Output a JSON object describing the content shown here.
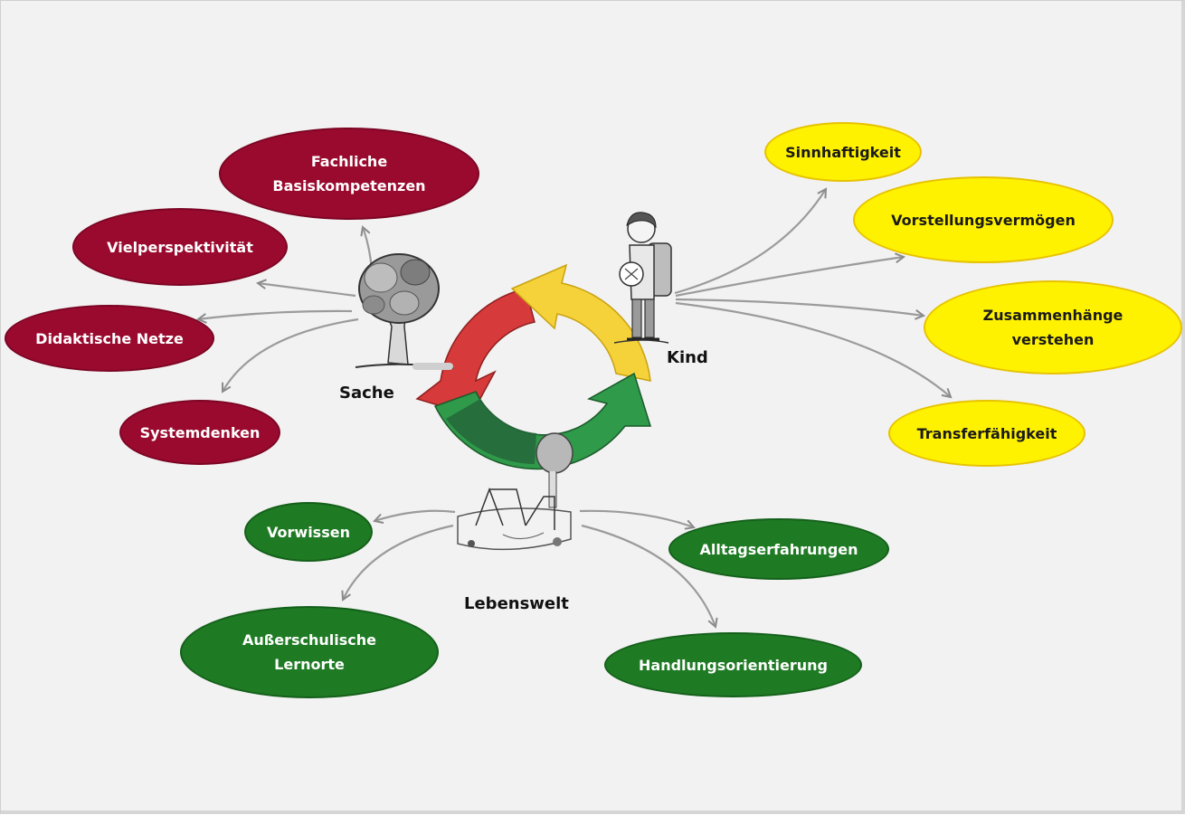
{
  "hubs": {
    "sache": "Sache",
    "kind": "Kind",
    "lebenswelt": "Lebenswelt"
  },
  "sache_nodes": [
    "Fachliche\nBasiskompetenzen",
    "Vielperspektivität",
    "Didaktische Netze",
    "Systemdenken"
  ],
  "kind_nodes": [
    "Sinnhaftigkeit",
    "Vorstellungsvermögen",
    "Zusammenhänge\nverstehen",
    "Transferfähigkeit"
  ],
  "lebenswelt_nodes": [
    "Vorwissen",
    "Außerschulische\nLernorte",
    "Alltagserfahrungen",
    "Handlungsorientierung"
  ],
  "colors": {
    "sache": "#9a0a2e",
    "kind": "#fff200",
    "lebenswelt": "#1f7a24",
    "cycle_red": "#d63a3a",
    "cycle_yellow": "#f6d23a",
    "cycle_green": "#2f9a4a"
  },
  "icons": {
    "sache": "tree-icon",
    "kind": "child-with-backpack-icon",
    "lebenswelt": "playground-icon"
  }
}
